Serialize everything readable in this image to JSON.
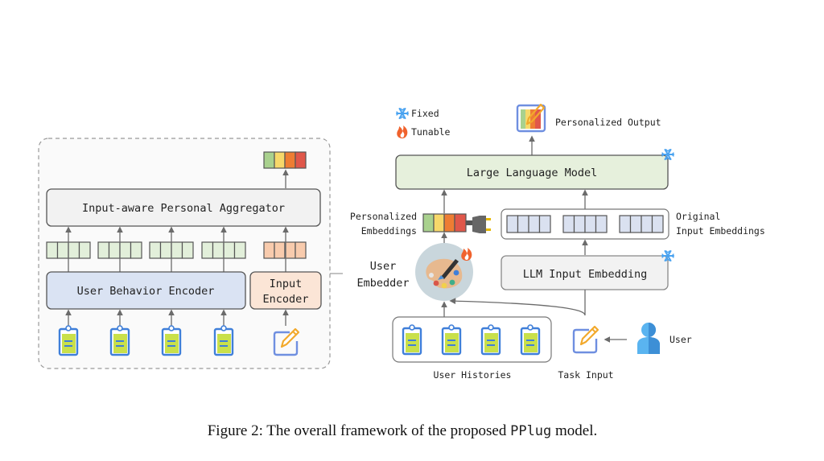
{
  "figure": {
    "caption_prefix": "Figure 2: The overall framework of the proposed ",
    "caption_code": "PPlug",
    "caption_suffix": " model."
  },
  "legend": {
    "fixed": {
      "icon": "snowflake-icon",
      "label": "Fixed",
      "color": "#4aa3f0"
    },
    "tunable": {
      "icon": "fire-icon",
      "label": "Tunable",
      "color": "#f0622d"
    }
  },
  "left_panel": {
    "aggregator_label": "Input-aware Personal Aggregator",
    "user_behavior_encoder_label": "User Behavior Encoder",
    "input_encoder_line1": "Input",
    "input_encoder_line2": "Encoder",
    "history_count": 4
  },
  "right_panel": {
    "llm_label": "Large Language Model",
    "personalized_output_label": "Personalized Output",
    "personalized_embeddings_line1": "Personalized",
    "personalized_embeddings_line2": "Embeddings",
    "original_embeddings_line1": "Original",
    "original_embeddings_line2": "Input Embeddings",
    "llm_input_embedding_label": "LLM Input Embedding",
    "user_embedder_line1": "User",
    "user_embedder_line2": "Embedder",
    "user_histories_label": "User Histories",
    "task_input_label": "Task Input",
    "user_label": "User"
  },
  "colors": {
    "embedding_gradient": [
      "#a9d18e",
      "#f7d86a",
      "#ee7d33",
      "#e0574a"
    ],
    "behavior_embedding": "#e2efda",
    "input_embedding": "#f8cbad",
    "original_embedding": "#dae1f0",
    "llm_box": "#e6f0dc",
    "encoder_box": "#dae3f3",
    "input_encoder_box": "#fbe5d6"
  }
}
